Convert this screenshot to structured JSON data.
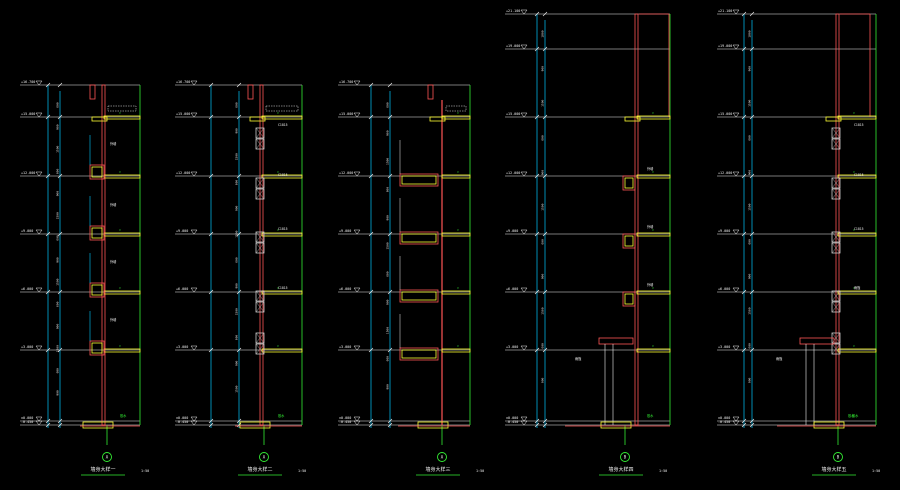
{
  "drawing": {
    "background": "#000000",
    "colors": {
      "grid": "#f2f2f2",
      "slab": "#ffff33",
      "wall": "#ff5555",
      "dim": "#00c8ff",
      "green": "#33ee33",
      "window": "#cccccc"
    },
    "sections": [
      {
        "id": "s1",
        "variant": "a",
        "axis_label": "A",
        "title": "墙身大样一",
        "scale": "1:50",
        "level_labels": [
          "+16.700",
          "+15.000",
          "+12.000",
          "+9.000",
          "+6.000",
          "+3.000",
          "±0.000",
          "-0.450"
        ],
        "dims": [
          "600",
          "900",
          "1500",
          "600",
          "900",
          "1500",
          "600",
          "900",
          "1500",
          "600",
          "900",
          "1500",
          "600",
          "900"
        ],
        "notes": [
          "外墙",
          "外墙",
          "外墙",
          "外墙"
        ],
        "ground_note": "散水"
      },
      {
        "id": "s2",
        "variant": "b",
        "axis_label": "A",
        "title": "墙身大样二",
        "scale": "1:50",
        "level_labels": [
          "+16.700",
          "+15.000",
          "+12.000",
          "+9.000",
          "+6.000",
          "+3.000",
          "±0.000",
          "-0.450"
        ],
        "dims": [
          "600",
          "900",
          "1500",
          "600",
          "900",
          "1500",
          "600",
          "900",
          "1500",
          "600",
          "900",
          "1500"
        ],
        "notes": [
          "C1815",
          "C1815",
          "C1815",
          "C1815"
        ],
        "ground_note": "散水"
      },
      {
        "id": "s3",
        "variant": "c",
        "axis_label": "A",
        "title": "墙身大样三",
        "scale": "1:50",
        "level_labels": [
          "+16.700",
          "+15.000",
          "+12.000",
          "+9.000",
          "+6.000",
          "+3.000",
          "±0.000",
          "-0.450"
        ],
        "dims": [
          "600",
          "900",
          "1500",
          "600",
          "900",
          "1500",
          "600",
          "900",
          "1500",
          "600",
          "900"
        ],
        "notes": [],
        "ground_note": ""
      },
      {
        "id": "s4",
        "variant": "d",
        "axis_label": "B",
        "title": "墙身大样四",
        "scale": "1:50",
        "level_labels": [
          "+21.100",
          "+19.000",
          "+15.000",
          "+12.000",
          "+9.000",
          "+6.000",
          "+3.000",
          "±0.000",
          "-0.450"
        ],
        "dims": [
          "1800",
          "900",
          "1500",
          "600",
          "900",
          "1500",
          "600",
          "900",
          "1500",
          "600",
          "900"
        ],
        "notes": [
          "外墙",
          "外墙",
          "外墙",
          "雨篷"
        ],
        "ground_note": "散水"
      },
      {
        "id": "s5",
        "variant": "e",
        "axis_label": "B",
        "title": "墙身大样五",
        "scale": "1:50",
        "level_labels": [
          "+21.100",
          "+19.000",
          "+15.000",
          "+12.000",
          "+9.000",
          "+6.000",
          "+3.000",
          "±0.000",
          "-0.450"
        ],
        "dims": [
          "1800",
          "900",
          "1500",
          "600",
          "900",
          "1500",
          "600",
          "900",
          "1500",
          "600",
          "900"
        ],
        "notes": [
          "C1815",
          "C1815",
          "C1815",
          "雨篷"
        ],
        "ground_note": "散水"
      }
    ]
  }
}
